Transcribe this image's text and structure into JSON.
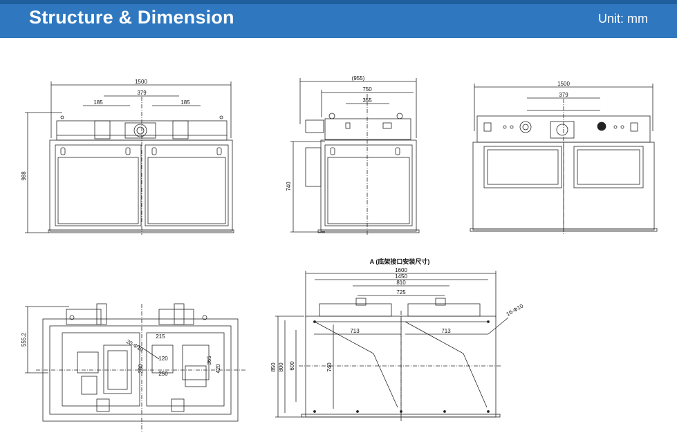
{
  "header": {
    "title": "Structure & Dimension",
    "unit": "Unit: mm",
    "colors": {
      "banner": "#2f78c0",
      "banner_dark": "#1f5f9e",
      "text": "#ffffff"
    }
  },
  "front_view": {
    "width": "1500",
    "inner": "379",
    "left_offset": "185",
    "right_offset": "185",
    "height": "988"
  },
  "side_view": {
    "overall": "(955)",
    "width": "750",
    "inner": "355",
    "height": "740"
  },
  "rear_view": {
    "width": "1500",
    "inner": "379"
  },
  "bottom_view": {
    "height": "555.2",
    "holes": "20-Φ10",
    "d215": "215",
    "d120": "120",
    "d250": "250",
    "d280": "280",
    "d365": "365",
    "d420": "420"
  },
  "mount_view": {
    "caption": "A (底架接口安装尺寸)",
    "d1600": "1600",
    "d1450": "1450",
    "d810": "810",
    "d725": "725",
    "d713_left": "713",
    "d713_right": "713",
    "holes": "16-Φ10",
    "d850": "850",
    "d800": "800",
    "d600": "600",
    "d740": "740"
  }
}
